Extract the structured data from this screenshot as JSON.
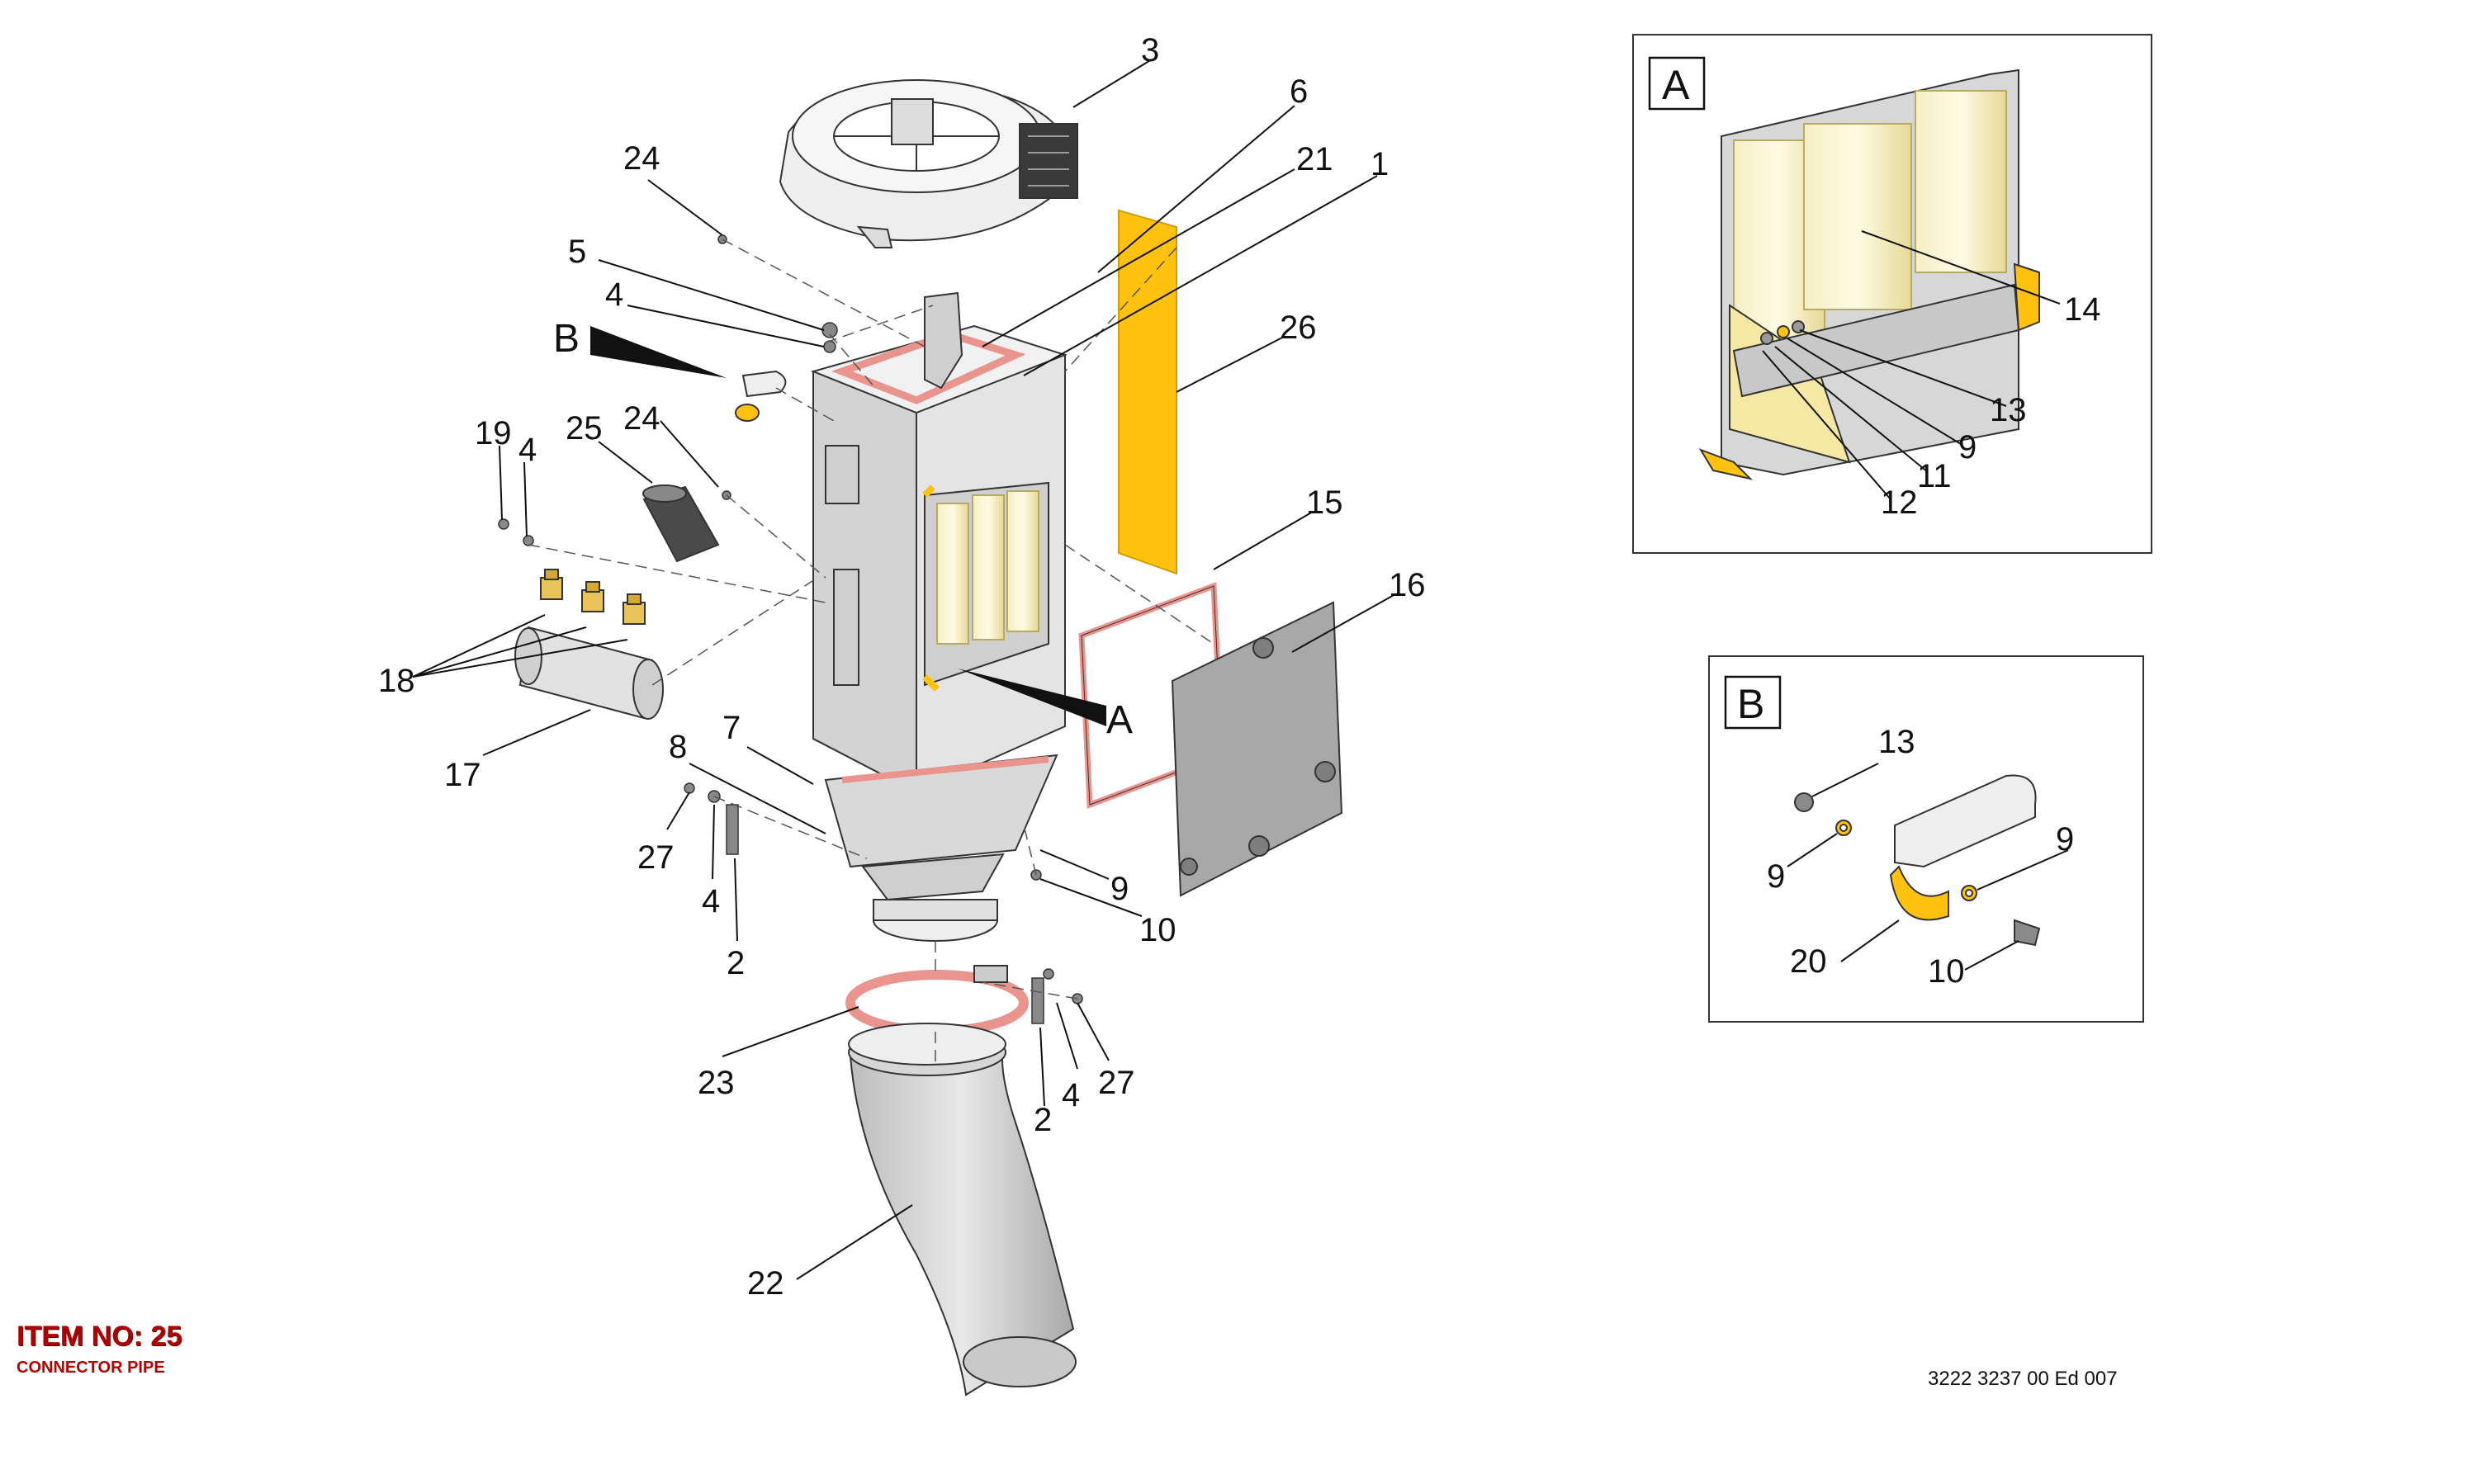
{
  "item": {
    "title": "ITEM NO: 25",
    "subtitle": "CONNECTOR PIPE"
  },
  "document_number": "3222 3237 00 Ed 007",
  "inset_a": {
    "label": "A"
  },
  "inset_b": {
    "label": "B"
  },
  "pointers": {
    "a": "A",
    "b": "B"
  },
  "callouts": {
    "c1": "1",
    "c2a": "2",
    "c2b": "2",
    "c3": "3",
    "c4a": "4",
    "c4b": "4",
    "c4c": "4",
    "c4d": "4",
    "c5": "5",
    "c6": "6",
    "c7": "7",
    "c8": "8",
    "c9": "9",
    "c10": "10",
    "c15": "15",
    "c16": "16",
    "c17": "17",
    "c18": "18",
    "c19": "19",
    "c21": "21",
    "c22": "22",
    "c23": "23",
    "c24a": "24",
    "c24b": "24",
    "c25": "25",
    "c26": "26",
    "c27a": "27",
    "c27b": "27",
    "a14": "14",
    "a13": "13",
    "a9": "9",
    "a11": "11",
    "a12": "12",
    "b13": "13",
    "b9a": "9",
    "b9b": "9",
    "b20": "20",
    "b10": "10"
  },
  "colors": {
    "accent_yellow": "#ffc20e",
    "gasket_pink": "#f2a6a0",
    "panel_grey": "#a8a8a8",
    "housing_grey": "#e4e4e4",
    "title_red": "#b00000"
  }
}
